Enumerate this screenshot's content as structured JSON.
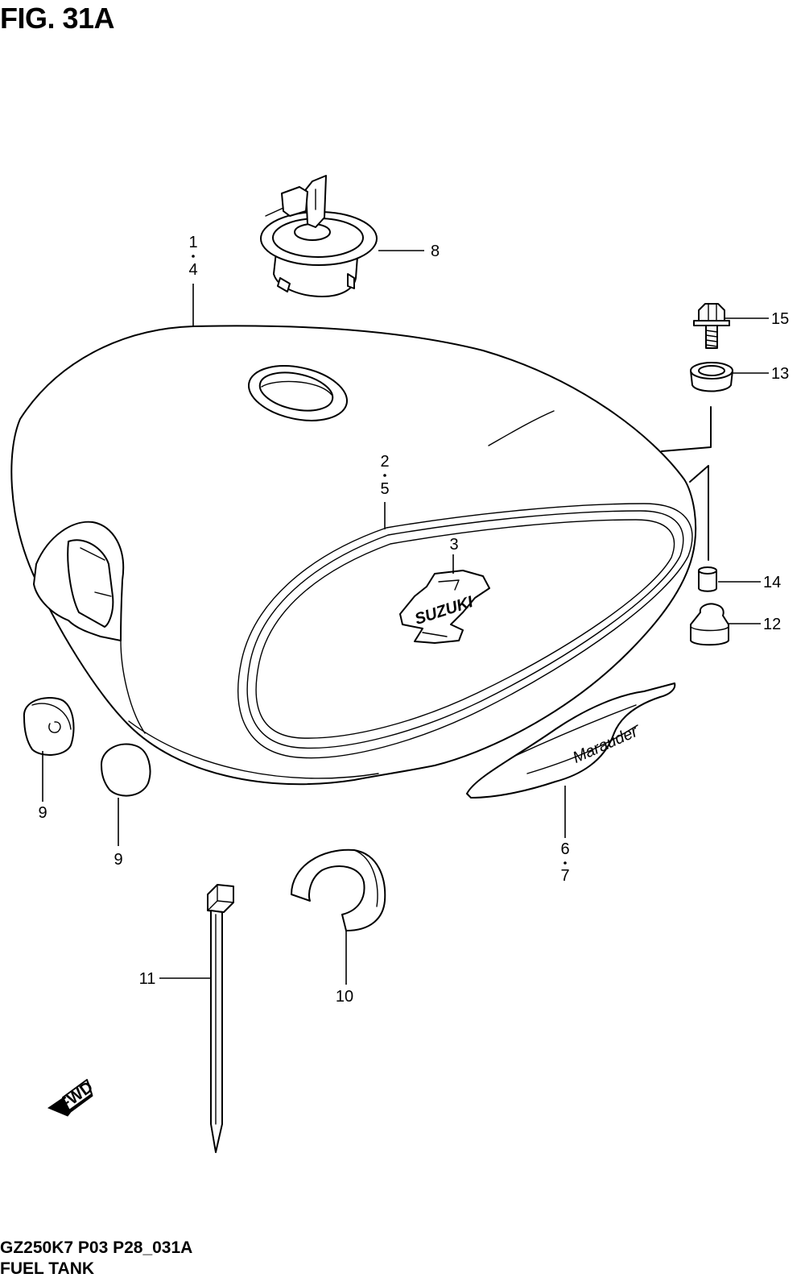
{
  "figure": {
    "title": "FIG. 31A"
  },
  "footer": {
    "code": "GZ250K7 P03 P28_031A",
    "name": "FUEL TANK"
  },
  "callouts": {
    "c1": "1",
    "c4": "4",
    "c2": "2",
    "c5": "5",
    "c3": "3",
    "c6": "6",
    "c7": "7",
    "c8": "8",
    "c9a": "9",
    "c9b": "9",
    "c10": "10",
    "c11": "11",
    "c12": "12",
    "c13": "13",
    "c14": "14",
    "c15": "15"
  },
  "parts": {
    "emblem_text": "SUZUKI",
    "badge_script": "Marauder",
    "direction_label": "FWD"
  },
  "icons": {
    "direction": "forward-arrow-icon"
  },
  "colors": {
    "ink": "#000000",
    "paper": "#ffffff"
  }
}
